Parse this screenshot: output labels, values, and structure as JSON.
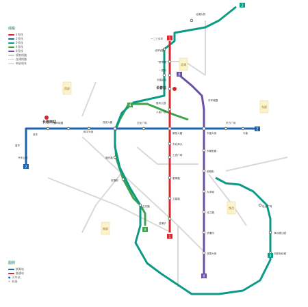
{
  "legend": {
    "title": "线路",
    "items": [
      {
        "label": "1号线",
        "color": "#d7262d",
        "style": "solid"
      },
      {
        "label": "2号线",
        "color": "#1f62ad",
        "style": "solid"
      },
      {
        "label": "3号线",
        "color": "#0c9a87",
        "style": "solid"
      },
      {
        "label": "4号线",
        "color": "#3fa34d",
        "style": "solid"
      },
      {
        "label": "8号线",
        "color": "#6a4fa6",
        "style": "solid"
      },
      {
        "label": "规划线路",
        "color": "#cccccc",
        "style": "solid"
      },
      {
        "label": "在建线路",
        "color": "#dddddd",
        "style": "dashed"
      },
      {
        "label": "有轨电车",
        "color": "#e0e0e0",
        "style": "solid"
      }
    ]
  },
  "stations_legend": {
    "title": "图例",
    "items": [
      {
        "label": "换乘站"
      },
      {
        "label": "普通站"
      },
      {
        "label": "火车站"
      },
      {
        "label": "机场"
      }
    ]
  },
  "lines": [
    {
      "id": "line1",
      "color": "#d7262d"
    },
    {
      "id": "line2",
      "color": "#1f62ad"
    },
    {
      "id": "line3",
      "color": "#0c9a87"
    },
    {
      "id": "line4",
      "color": "#3fa34d"
    },
    {
      "id": "line8",
      "color": "#6a4fa6"
    }
  ],
  "badges": {
    "l1_north": "1",
    "l1_south": "1",
    "l2_west": "2",
    "l2_east": "2",
    "l3_north": "3",
    "l3_south": "3",
    "l4_west": "4",
    "l4_south": "4",
    "l8_north": "8",
    "l8_south": "8"
  },
  "stations": {
    "changchun_west": "长春西站",
    "changchun": "长春站",
    "north_ring": "北环城路",
    "a1": "庆丰路",
    "a2": "一匡街",
    "a3": "长春站北",
    "a4": "东环城路",
    "a5": "胜利公园",
    "a6": "人民广场",
    "a7": "解放大路",
    "a8": "东北师大",
    "a9": "工农广场",
    "a10": "繁荣路",
    "a11": "卫星路",
    "a12": "红嘴子",
    "b1": "双丰",
    "b2": "西环城路",
    "b3": "和平大街",
    "b4": "西安大路",
    "b5": "文化广场",
    "b6": "东盛大街",
    "b7": "东方广场",
    "b8": "长客",
    "c1": "北湖大桥",
    "c2": "长影世纪城",
    "c3": "净月潭公园",
    "c4": "一二三中学",
    "d1": "湖光路",
    "d2": "红旗街",
    "d3": "卫光路",
    "d4": "东朝阳路",
    "e1": "前程街",
    "e2": "大学城",
    "e3": "北三路",
    "f1": "汽车公园",
    "f2": "富丰",
    "g1": "伊通河",
    "g2": "亚泰大街",
    "g3": "世纪广场"
  },
  "area_labels": {
    "north": "北湖",
    "west": "西部",
    "east": "东部",
    "southwest": "南部",
    "southeast": "净月"
  }
}
